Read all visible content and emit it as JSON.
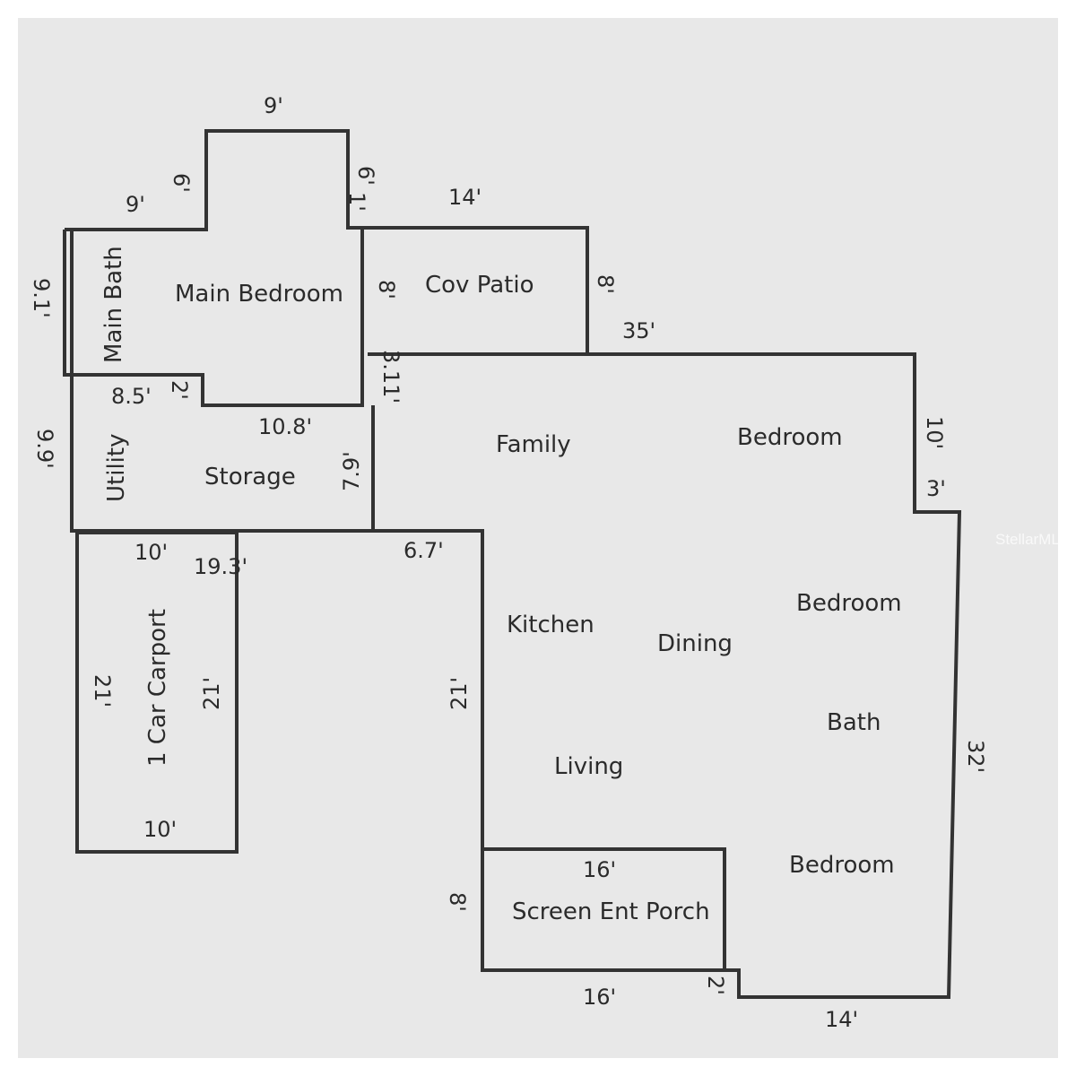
{
  "rooms": {
    "main_bath": "Main Bath",
    "main_bedroom": "Main Bedroom",
    "cov_patio": "Cov Patio",
    "utility": "Utility",
    "storage": "Storage",
    "family": "Family",
    "bedroom_1": "Bedroom",
    "bedroom_2": "Bedroom",
    "bedroom_3": "Bedroom",
    "kitchen": "Kitchen",
    "dining": "Dining",
    "bath": "Bath",
    "living": "Living",
    "carport": "1 Car Carport",
    "screen_porch": "Screen Ent Porch"
  },
  "dimensions": {
    "bed_top": "9'",
    "bed_side_left": "6'",
    "bath_top": "9'",
    "bed_side_right": "6'",
    "notch_1": "1'",
    "patio_top": "14'",
    "left_9_1": "9.1'",
    "patio_left": "8'",
    "patio_right": "8'",
    "house_top": "35'",
    "v_3_11": "3.11'",
    "utility_8_5": "8.5'",
    "notch_2": "2'",
    "left_9_9": "9.9'",
    "storage_10_8": "10.8'",
    "storage_7_9": "7.9'",
    "right_10": "10'",
    "right_3": "3'",
    "carport_top": "10'",
    "carport_19_3": "19.3'",
    "kitchen_6_7": "6.7'",
    "carport_21_left": "21'",
    "carport_21_right": "21'",
    "kitchen_21": "21'",
    "right_32": "32'",
    "carport_bottom": "10'",
    "porch_16_top": "16'",
    "porch_8": "8'",
    "porch_16_bottom": "16'",
    "porch_2": "2'",
    "bottom_14": "14'"
  },
  "watermark": "StellarMLS",
  "colors": {
    "paper": "#e8e8e8",
    "wall": "#333333",
    "text": "#2b2b2b"
  }
}
